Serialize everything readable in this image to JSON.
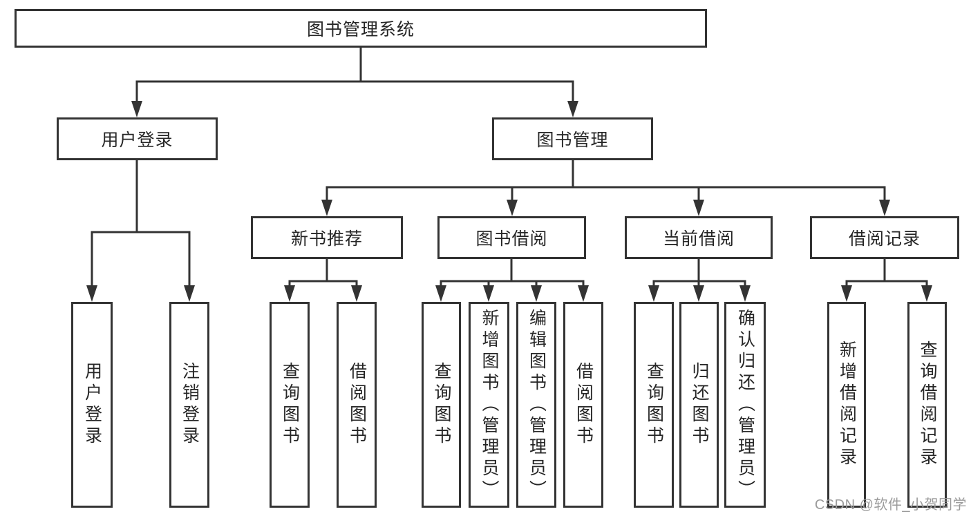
{
  "diagram": {
    "title": "图书管理系统",
    "nodes": {
      "root": "图书管理系统",
      "level2": {
        "user_login": "用户登录",
        "book_management": "图书管理"
      },
      "level3": [
        "新书推荐",
        "图书借阅",
        "当前借阅",
        "借阅记录"
      ],
      "leaves": {
        "user_login": [
          "用户登录",
          "注销登录"
        ],
        "new_book_recommend": [
          "查询图书",
          "借阅图书"
        ],
        "book_borrow": [
          "查询图书",
          "新增图书（管理员）",
          "编辑图书（管理员）",
          "借阅图书"
        ],
        "current_borrow": [
          "查询图书",
          "归还图书",
          "确认归还（管理员）"
        ],
        "borrow_record": [
          "新增借阅记录",
          "查询借阅记录"
        ]
      }
    },
    "watermark": "CSDN @软件_小贺同学",
    "colors": {
      "line": "#333333",
      "text": "#262626",
      "background": "#ffffff",
      "watermark": "#9b9b9b"
    }
  }
}
